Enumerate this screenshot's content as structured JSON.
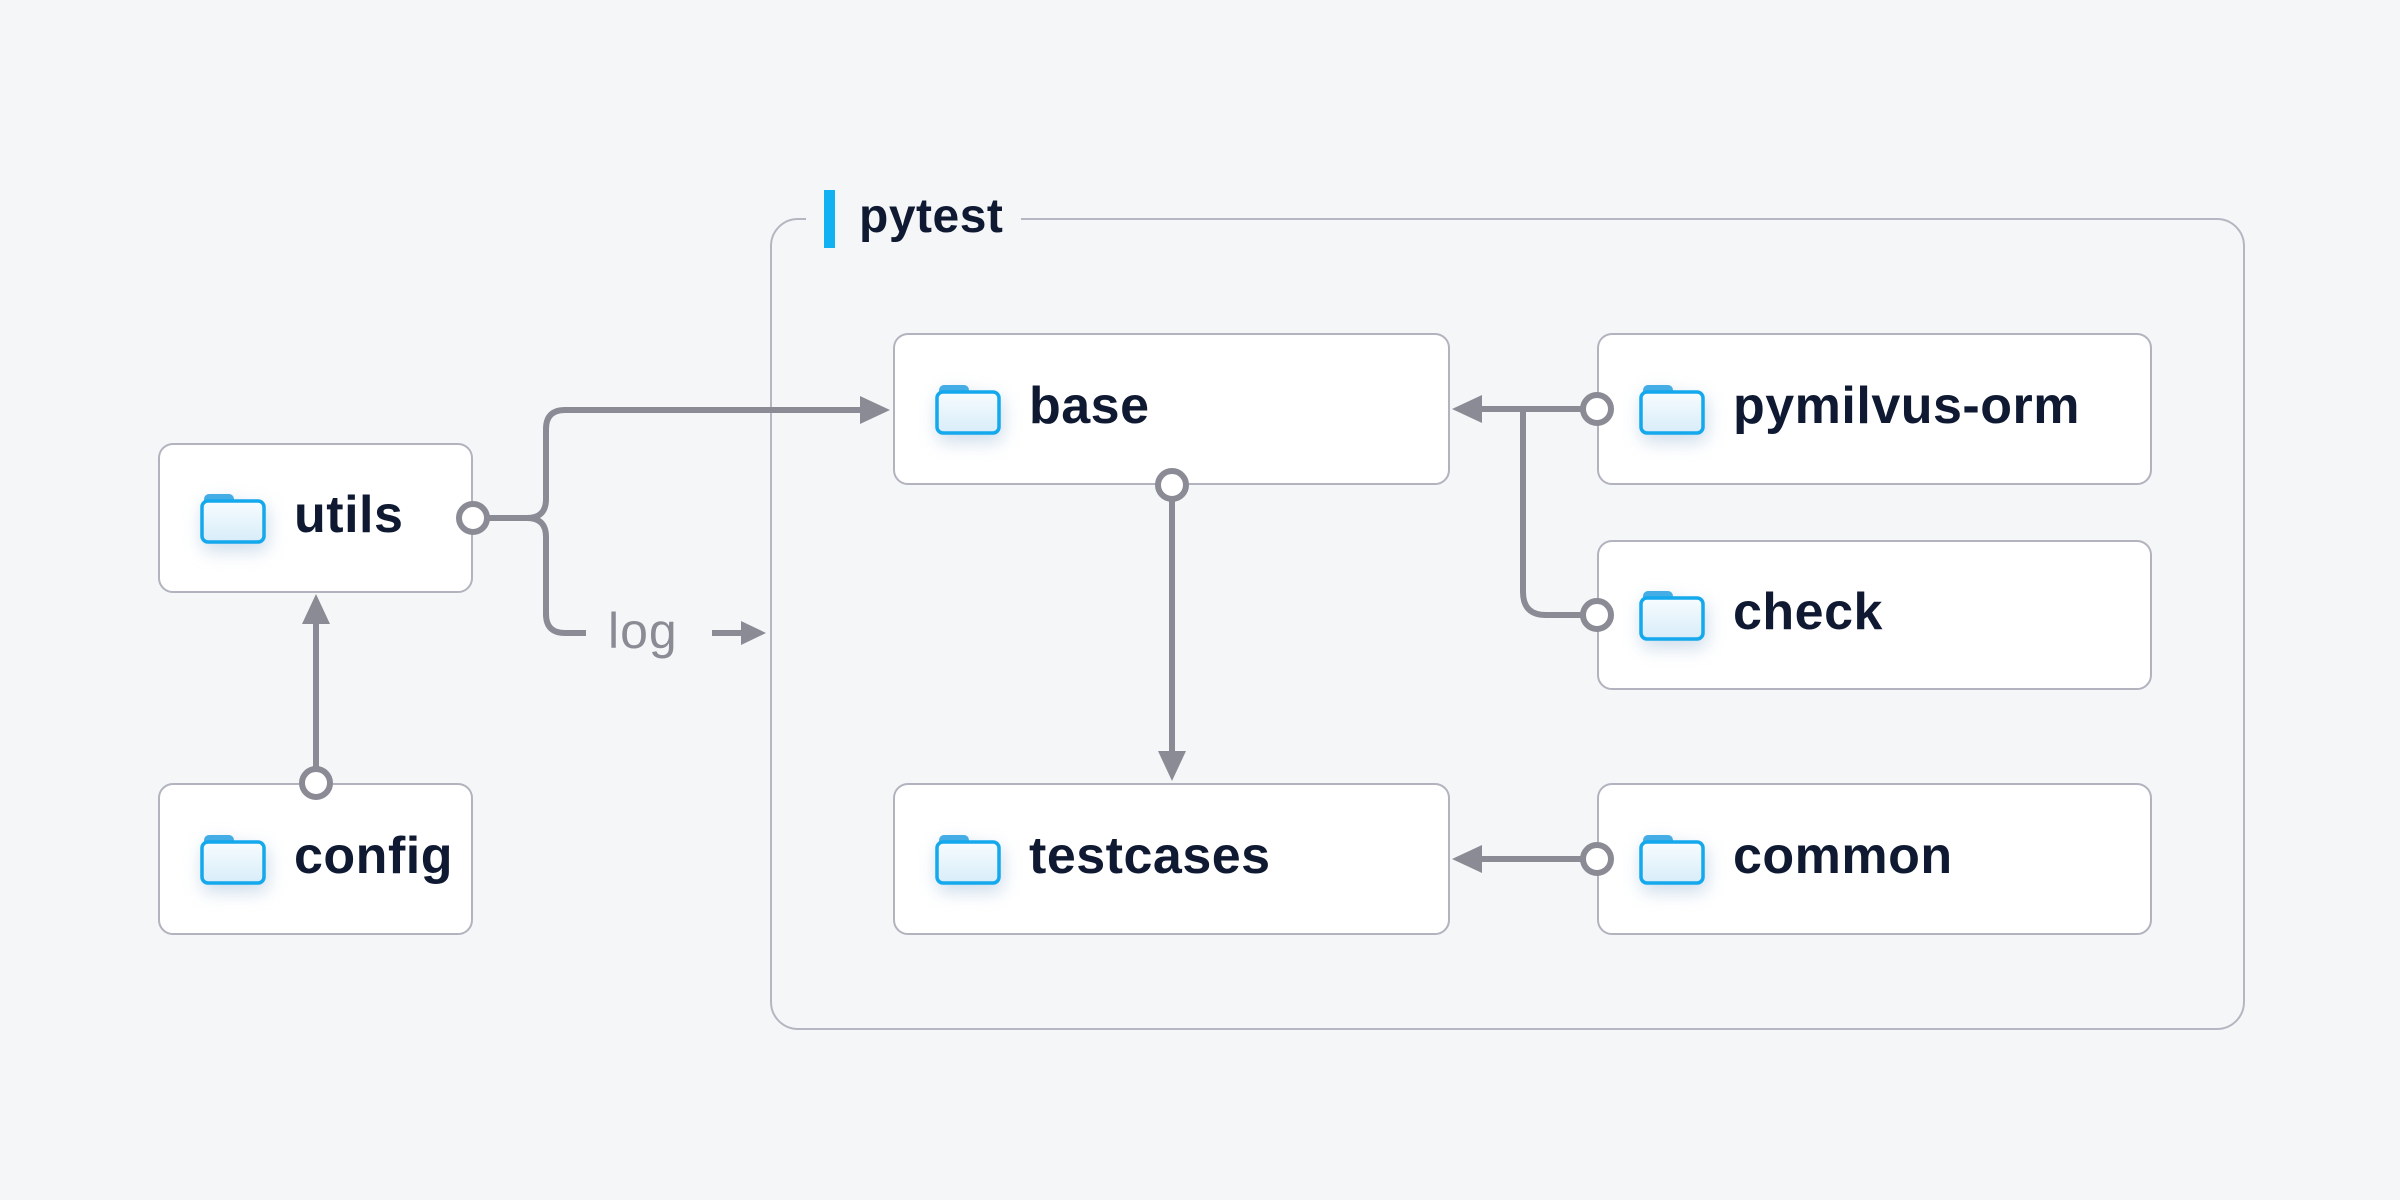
{
  "group": {
    "label": "pytest"
  },
  "nodes": {
    "utils": {
      "label": "utils"
    },
    "config": {
      "label": "config"
    },
    "base": {
      "label": "base"
    },
    "testcases": {
      "label": "testcases"
    },
    "pymilvus_orm": {
      "label": "pymilvus-orm"
    },
    "check": {
      "label": "check"
    },
    "common": {
      "label": "common"
    }
  },
  "edge_label": {
    "text": "log"
  },
  "edges": [
    {
      "from": "config",
      "to": "utils",
      "type": "arrow"
    },
    {
      "from": "utils",
      "to": "base",
      "type": "arrow"
    },
    {
      "from": "utils",
      "to": "log",
      "type": "labeled-arrow",
      "label": "log"
    },
    {
      "from": "base",
      "to": "testcases",
      "type": "arrow"
    },
    {
      "from": "pymilvus-orm",
      "to": "base",
      "type": "arrow"
    },
    {
      "from": "check",
      "to": "base",
      "type": "arrow"
    },
    {
      "from": "common",
      "to": "testcases",
      "type": "arrow"
    }
  ],
  "colors": {
    "background": "#f5f6f7",
    "node_background": "#ffffff",
    "node_border": "#b3b3bf",
    "group_border": "#b6b6c2",
    "connector_gray": "#8b8b96",
    "text_navy": "#0f1a32",
    "accent_blue": "#12b1f1",
    "folder_stroke_blue": "#14a8ec",
    "folder_tab_blue": "#45ade5",
    "folder_fill_light": "#d9edf9"
  }
}
